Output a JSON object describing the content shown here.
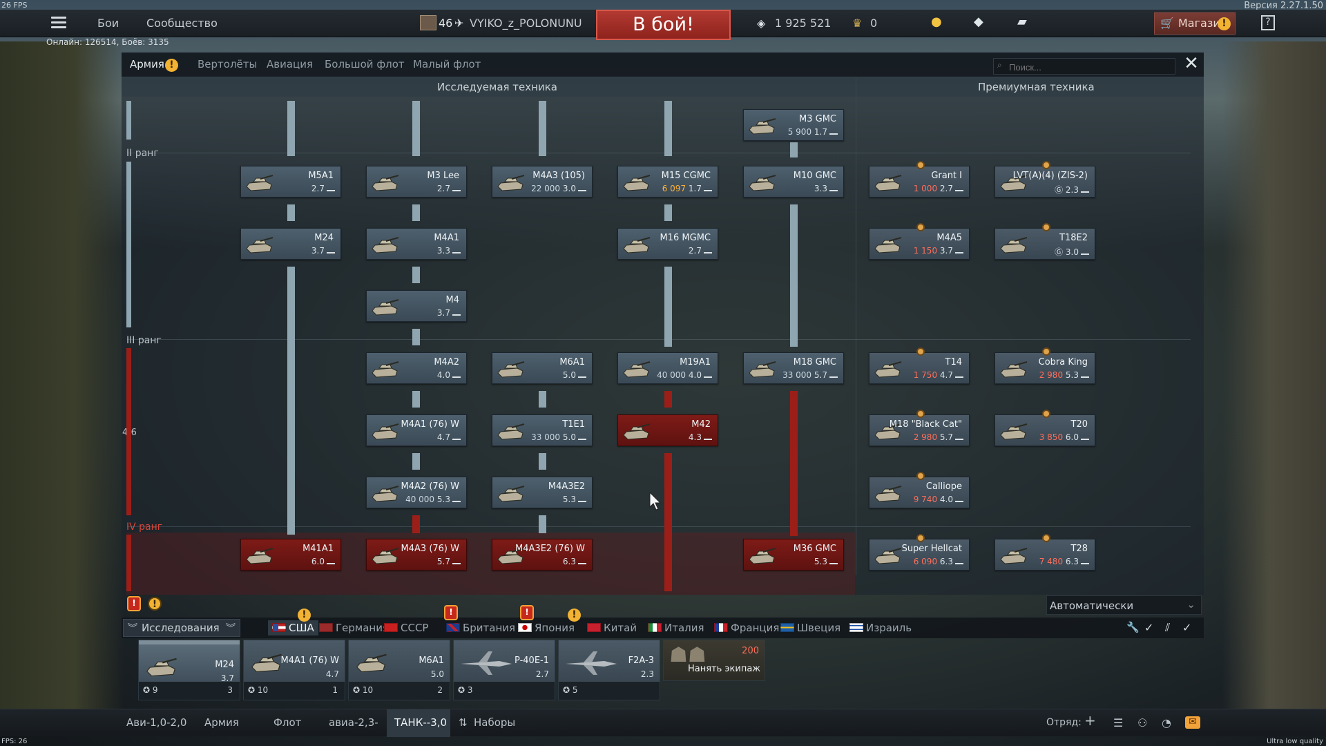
{
  "fps_top": "26 FPS",
  "fps_bottom": "FPS: 26",
  "version": "Версия 2.27.1.50",
  "quality": "Ultra low quality",
  "online": "Онлайн: 126514, Боёв: 3135",
  "topbar": {
    "battles": "Бои",
    "community": "Сообщество",
    "level": "46",
    "nickname": "VYIKO_z_POLONUNU",
    "battle_btn": "В бой!",
    "silver": "1 925 521",
    "gold": "0",
    "shop": "Магазин",
    "help": "?"
  },
  "tabs": {
    "army": "Армия",
    "helis": "Вертолёты",
    "aviation": "Авиация",
    "big_fleet": "Большой флот",
    "small_fleet": "Малый флот",
    "search_ph": "Поиск..."
  },
  "sections": {
    "researched": "Исследуемая техника",
    "premium": "Премиумная техника"
  },
  "ranks": {
    "r2": "II ранг",
    "r3": "III ранг",
    "r4": "IV ранг",
    "progress": "4/6"
  },
  "cards": [
    {
      "n": "M3 GMC",
      "c": "5 900",
      "br": "1.7"
    },
    {
      "n": "M5A1",
      "br": "2.7"
    },
    {
      "n": "M3 Lee",
      "br": "2.7"
    },
    {
      "n": "M4A3 (105)",
      "c": "22 000",
      "br": "3.0"
    },
    {
      "n": "M15 CGMC",
      "c": "6 097",
      "br": "1.7"
    },
    {
      "n": "M10 GMC",
      "br": "3.3"
    },
    {
      "n": "M24",
      "br": "3.7"
    },
    {
      "n": "M4A1",
      "br": "3.3"
    },
    {
      "n": "M16 MGMC",
      "br": "2.7"
    },
    {
      "n": "M4",
      "br": "3.7"
    },
    {
      "n": "M4A2",
      "br": "4.0"
    },
    {
      "n": "M6A1",
      "br": "5.0"
    },
    {
      "n": "M19A1",
      "c": "40 000",
      "br": "4.0"
    },
    {
      "n": "M18 GMC",
      "c": "33 000",
      "br": "5.7"
    },
    {
      "n": "M4A1 (76) W",
      "br": "4.7"
    },
    {
      "n": "T1E1",
      "c": "33 000",
      "br": "5.0"
    },
    {
      "n": "M42",
      "br": "4.3"
    },
    {
      "n": "M4A2 (76) W",
      "c": "40 000",
      "br": "5.3"
    },
    {
      "n": "M4A3E2",
      "br": "5.3"
    },
    {
      "n": "M41A1",
      "br": "6.0"
    },
    {
      "n": "M4A3 (76) W",
      "br": "5.7"
    },
    {
      "n": "M4A3E2 (76) W",
      "br": "6.3"
    },
    {
      "n": "M36 GMC",
      "br": "5.3"
    }
  ],
  "premium": [
    {
      "n": "Grant I",
      "c": "1 000",
      "br": "2.7"
    },
    {
      "n": "LVT(A)(4) (ZIS-2)",
      "br": "2.3"
    },
    {
      "n": "M4A5",
      "c": "1 150",
      "br": "3.7"
    },
    {
      "n": "T18E2",
      "br": "3.0"
    },
    {
      "n": "T14",
      "c": "1 750",
      "br": "4.7"
    },
    {
      "n": "Cobra King",
      "c": "2 980",
      "br": "5.3"
    },
    {
      "n": "M18 \"Black Cat\"",
      "c": "2 980",
      "br": "5.7"
    },
    {
      "n": "T20",
      "c": "3 850",
      "br": "6.0"
    },
    {
      "n": "Calliope",
      "c": "9 740",
      "br": "4.0"
    },
    {
      "n": "Super Hellcat",
      "c": "6 090",
      "br": "6.3"
    },
    {
      "n": "T28",
      "c": "7 480",
      "br": "6.3"
    }
  ],
  "auto": "Автоматически",
  "research_label": "Исследования",
  "nations": [
    "США",
    "Германия",
    "СССР",
    "Британия",
    "Япония",
    "Китай",
    "Италия",
    "Франция",
    "Швеция",
    "Израиль"
  ],
  "crew": [
    {
      "n": "M24",
      "br": "3.7",
      "a": "9",
      "b": "3"
    },
    {
      "n": "M4A1 (76) W",
      "br": "4.7",
      "a": "10",
      "b": "1"
    },
    {
      "n": "M6A1",
      "br": "5.0",
      "a": "10",
      "b": "2"
    },
    {
      "n": "P-40E-1",
      "br": "2.7",
      "a": "3"
    },
    {
      "n": "F2A-3",
      "br": "2.3",
      "a": "5"
    }
  ],
  "hire": {
    "cost": "200",
    "label": "Нанять экипаж"
  },
  "bottom": {
    "b1": "Ави-1,0-2,0",
    "b2": "Армия",
    "b3": "Флот",
    "b4": "авиа-2,3-",
    "b5": "ТАНК--3,0",
    "b6": "Наборы",
    "squad": "Отряд:"
  }
}
